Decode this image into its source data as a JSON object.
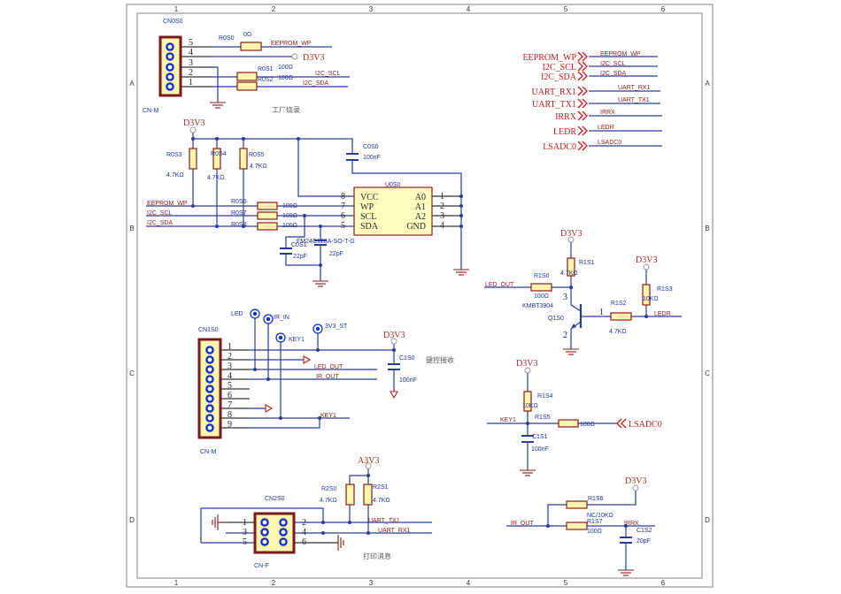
{
  "frame": {
    "columns": [
      "1",
      "2",
      "3",
      "4",
      "5",
      "6"
    ],
    "rows": [
      "A",
      "B",
      "C",
      "D"
    ]
  },
  "colors": {
    "wire": "#2a3a9a",
    "component_fill": "#fff6b0",
    "component_border": "#8a1c1c",
    "port": "#c41a1a",
    "pin_dot": "#1030c8"
  },
  "cn0": {
    "ref": "CN0S0",
    "type": "CN-M",
    "pins": [
      "5",
      "4",
      "3",
      "2",
      "1"
    ],
    "note": "工厂烧录",
    "power": "D3V3"
  },
  "r0s0": {
    "ref": "R0S0",
    "value": "0Ω"
  },
  "r0s1": {
    "ref": "R0S1",
    "value": "100Ω"
  },
  "r0s2": {
    "ref": "R0S2",
    "value": "100Ω"
  },
  "eeprom": {
    "power": "D3V3",
    "r0s3": {
      "ref": "R0S3",
      "value": "4.7KΩ"
    },
    "r0s4": {
      "ref": "R0S4",
      "value": "4.7KΩ"
    },
    "r0s5": {
      "ref": "R0S5",
      "value": "4.7KΩ"
    },
    "c0s0": {
      "ref": "C0S0",
      "value": "100nF"
    },
    "r0s6": {
      "ref": "R0S6",
      "value": "100Ω"
    },
    "r0s7": {
      "ref": "R0S7",
      "value": "100Ω"
    },
    "r0s8": {
      "ref": "R0S8",
      "value": "100Ω"
    },
    "c0s1": {
      "ref": "C0S1",
      "value": "22pF"
    },
    "c0s2": {
      "value": "22pF"
    },
    "u0s0": {
      "ref": "U0S0",
      "part": "FM24C128A-SO-T-G",
      "left_pins": [
        {
          "num": "8",
          "name": "VCC"
        },
        {
          "num": "7",
          "name": "WP"
        },
        {
          "num": "6",
          "name": "SCL"
        },
        {
          "num": "5",
          "name": "SDA"
        }
      ],
      "right_pins": [
        {
          "num": "1",
          "name": "A0"
        },
        {
          "num": "2",
          "name": "A1"
        },
        {
          "num": "3",
          "name": "A2"
        },
        {
          "num": "4",
          "name": "GND"
        }
      ]
    }
  },
  "nets": {
    "eeprom_wp": "EEPROM_WP",
    "i2c_scl": "I2C_SCL",
    "i2c_sda": "I2C_SDA",
    "led_out": "LED_OUT",
    "ir_out": "IR_OUT",
    "key1": "KEY1",
    "uart_tx1": "UART_TX1",
    "uart_rx1": "UART_RX1",
    "ledr": "LEDR",
    "irrx": "IRRX"
  },
  "ports": [
    {
      "name": "EEPROM_WP",
      "net": "EEPROM_WP"
    },
    {
      "name": "I2C_SCL",
      "net": "I2C_SCL"
    },
    {
      "name": "I2C_SDA",
      "net": "I2C_SDA"
    },
    {
      "name": "UART_RX1",
      "net": "UART_RX1"
    },
    {
      "name": "UART_TX1",
      "net": "UART_TX1"
    },
    {
      "name": "IRRX",
      "net": "IRRX"
    },
    {
      "name": "LEDR",
      "net": "LEDR"
    },
    {
      "name": "LSADC0",
      "net": "LSADC0"
    }
  ],
  "led": {
    "power": "D3V3",
    "power2": "D3V3",
    "r1s0": {
      "ref": "R1S0",
      "value": "100Ω"
    },
    "r1s1": {
      "ref": "R1S1",
      "value": "4.7KΩ"
    },
    "r1s2": {
      "ref": "R1S2",
      "value": "4.7KΩ"
    },
    "r1s3": {
      "ref": "R1S3",
      "value": "10KΩ"
    },
    "q1s0": {
      "ref": "Q1S0",
      "part": "KMBT3904",
      "pins": [
        "3",
        "1",
        "2"
      ]
    }
  },
  "cn1": {
    "ref": "CN1S0",
    "type": "CN-M",
    "pins": [
      "1",
      "2",
      "3",
      "4",
      "5",
      "6",
      "7",
      "8",
      "9"
    ],
    "note": "键控接收",
    "power": "D3V3",
    "testpoints": [
      "LED",
      "IR_IN",
      "KEY1",
      "3V3_ST"
    ],
    "c1s0": {
      "ref": "C1S0",
      "value": "100nF"
    }
  },
  "cn2": {
    "ref": "CN2S0",
    "type": "CN-F",
    "left_pins": [
      "1",
      "3",
      "5"
    ],
    "right_pins": [
      "2",
      "4",
      "6"
    ],
    "note": "打印消息",
    "power": "A3V3",
    "r2s0": {
      "ref": "R2S0",
      "value": "4.7KΩ"
    },
    "r2s1": {
      "ref": "R2S1",
      "value": "4.7KΩ"
    }
  },
  "key": {
    "power": "D3V3",
    "port": "LSADC0",
    "r1s4": {
      "ref": "R1S4",
      "value": "10KΩ"
    },
    "r1s5": {
      "ref": "R1S5",
      "value": "100Ω"
    },
    "c1s1": {
      "ref": "C1S1",
      "value": "100nF"
    }
  },
  "ir": {
    "power": "D3V3",
    "r1s6": {
      "ref": "R1S6",
      "value": "NC/10KΩ"
    },
    "r1s7": {
      "ref": "R1S7",
      "value": "100Ω"
    },
    "c1s2": {
      "ref": "C1S2",
      "value": "20pF"
    }
  }
}
